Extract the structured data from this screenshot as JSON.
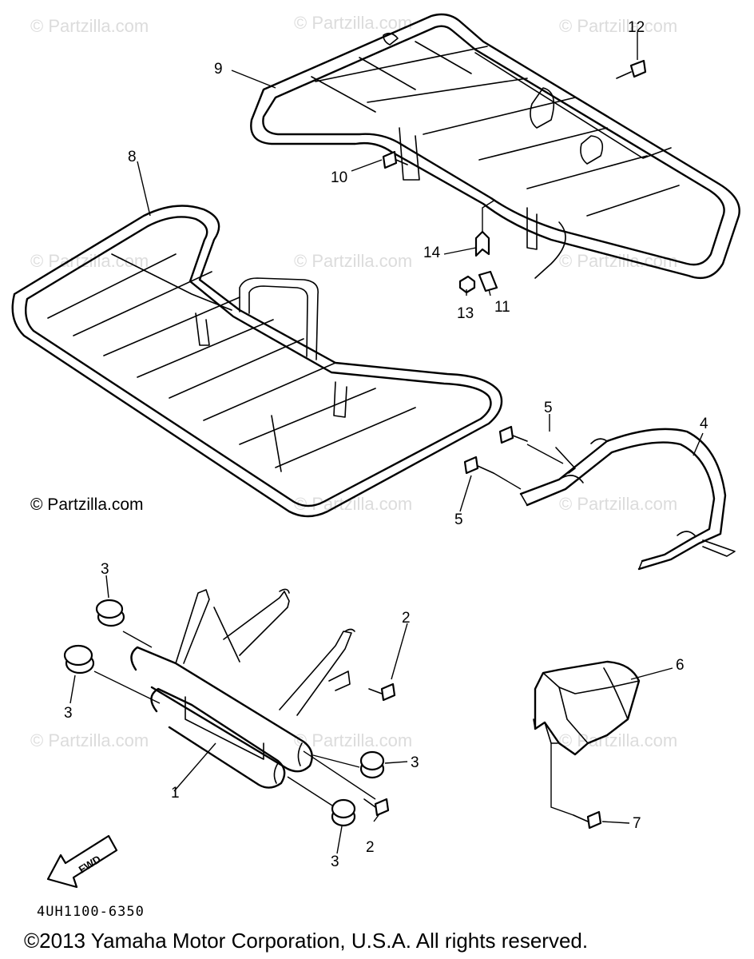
{
  "watermark": "© Partzilla.com",
  "caption": "© Partzilla.com",
  "diagram_code": "4UH1100-6350",
  "copyright": "©2013 Yamaha Motor Corporation, U.S.A. All rights reserved.",
  "fwd_label": "FWD",
  "callouts": [
    "1",
    "2",
    "3",
    "4",
    "5",
    "6",
    "7",
    "8",
    "9",
    "10",
    "11",
    "12",
    "13",
    "14"
  ]
}
